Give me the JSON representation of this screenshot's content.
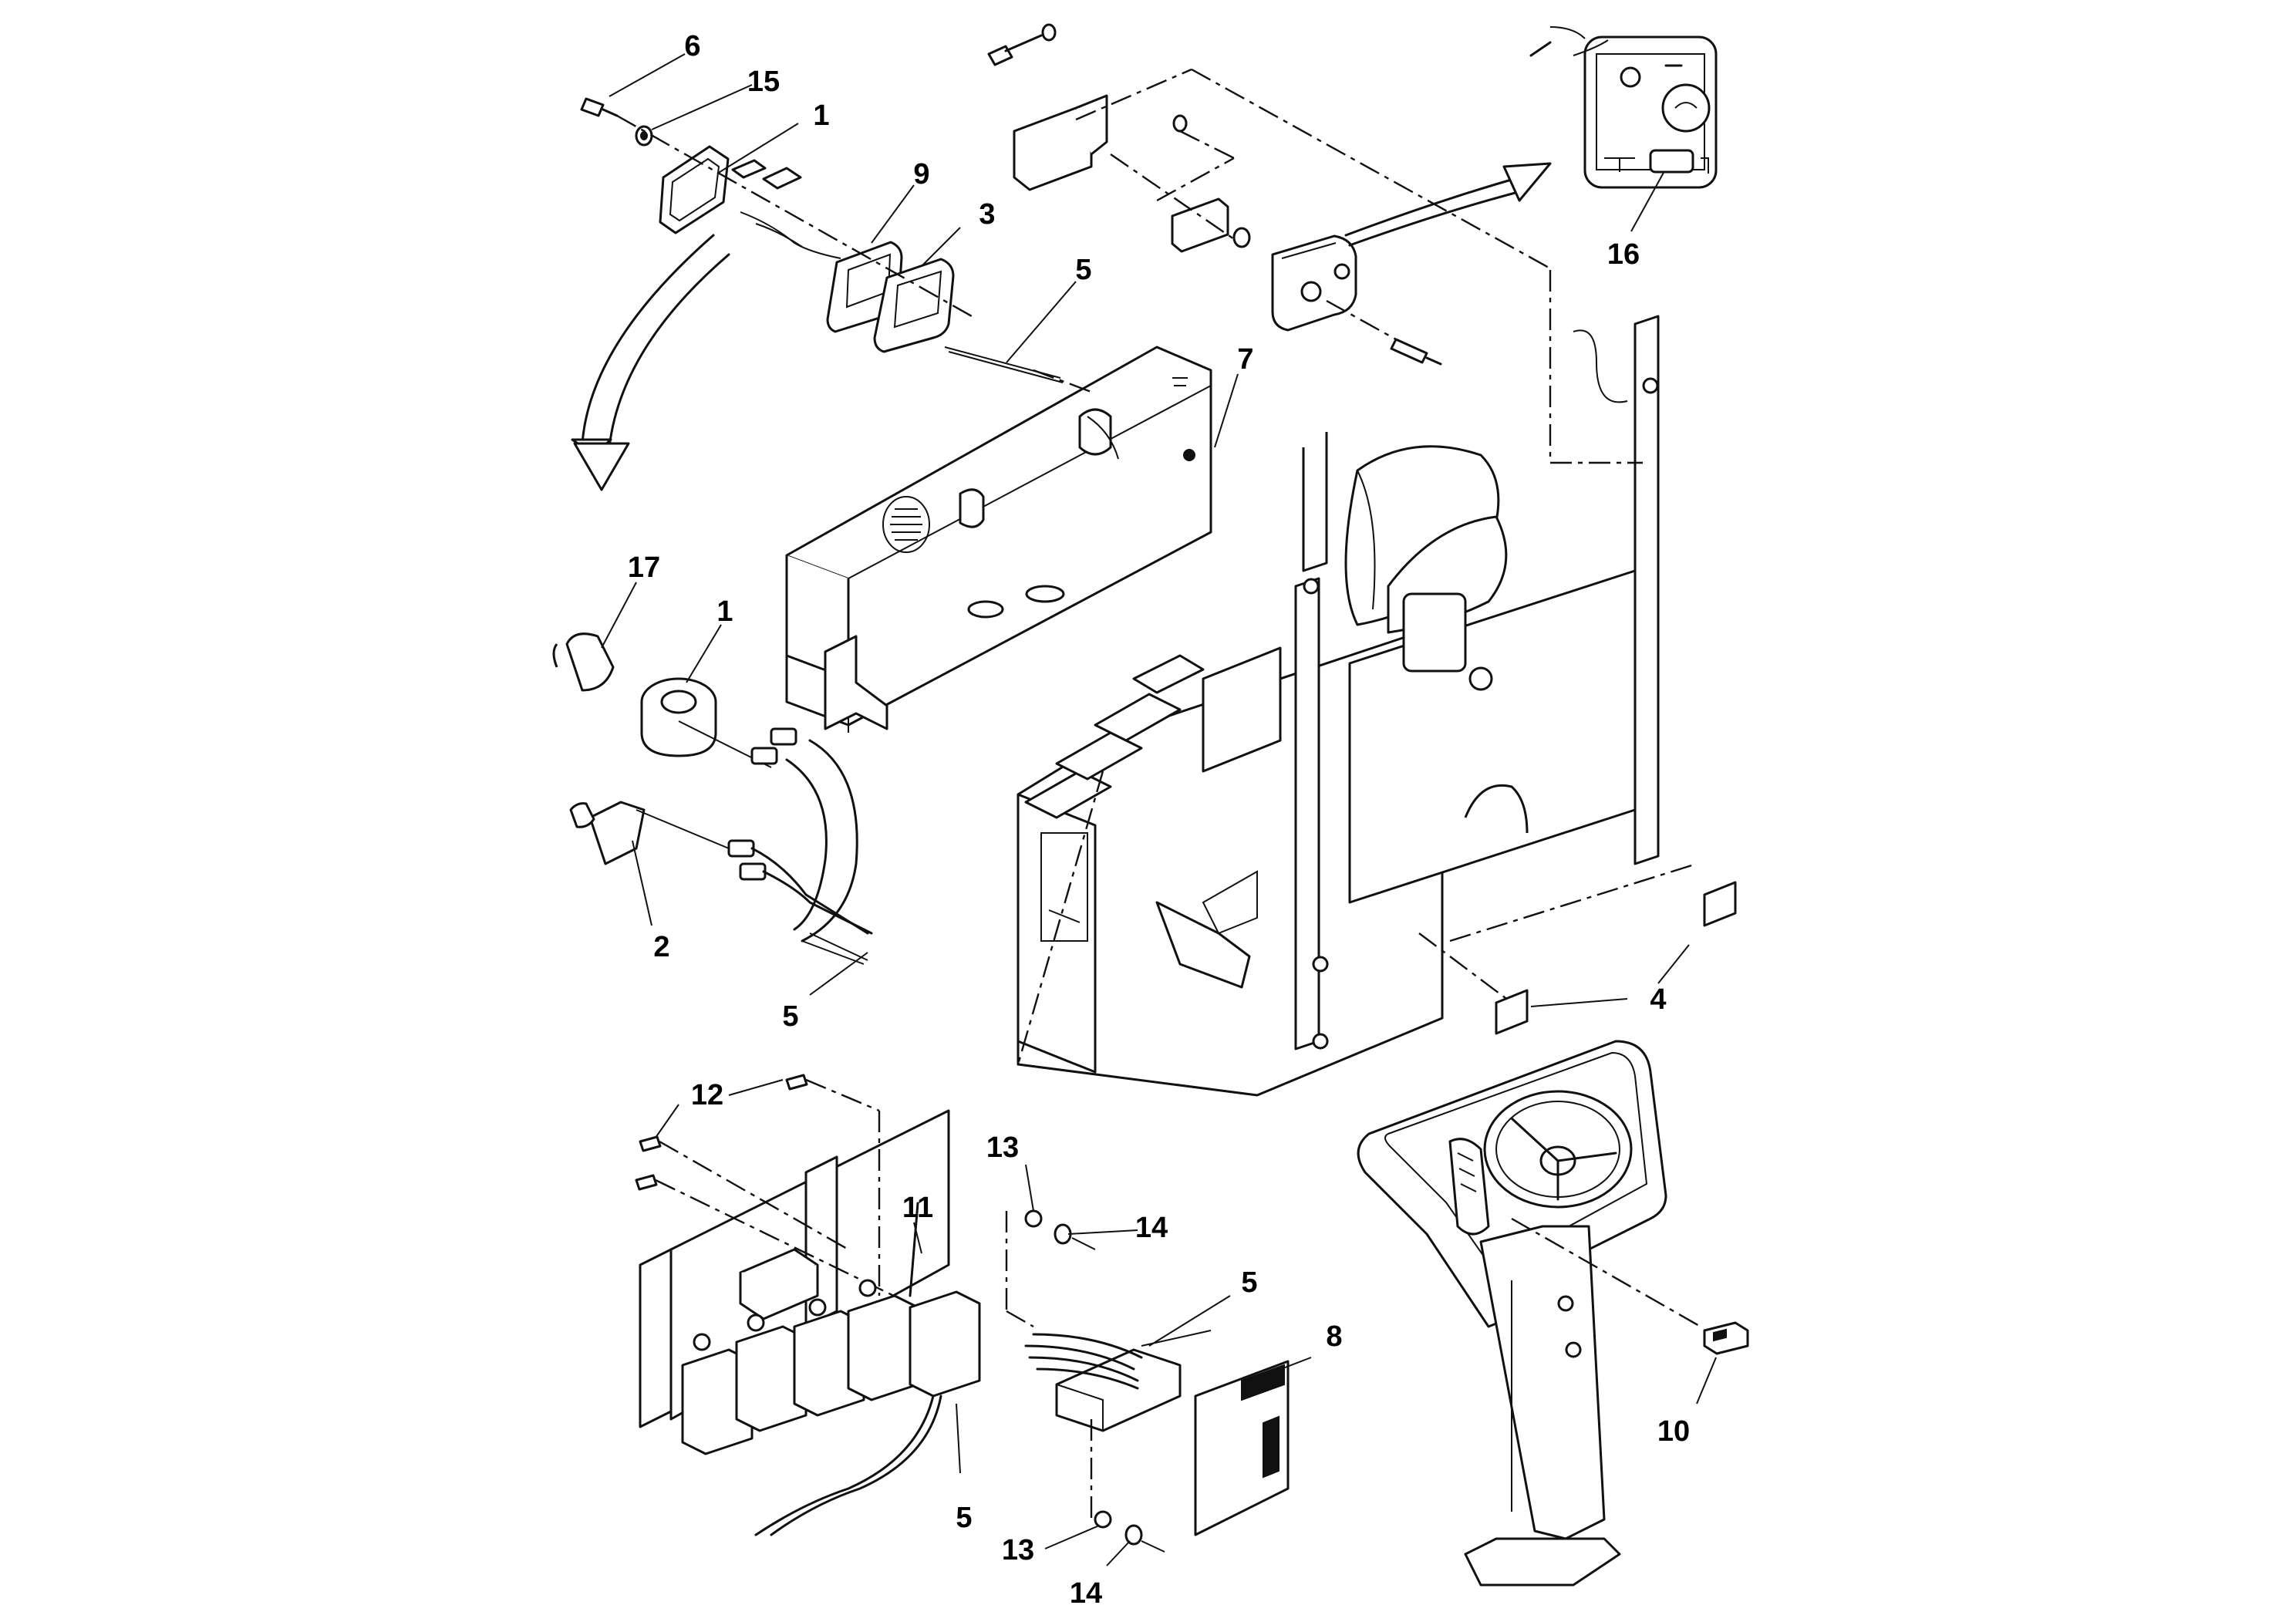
{
  "callouts": [
    "6",
    "15",
    "1",
    "9",
    "3",
    "5",
    "7",
    "17",
    "1",
    "2",
    "5",
    "16",
    "4",
    "12",
    "11",
    "13",
    "14",
    "5",
    "8",
    "5",
    "13",
    "14",
    "10"
  ]
}
